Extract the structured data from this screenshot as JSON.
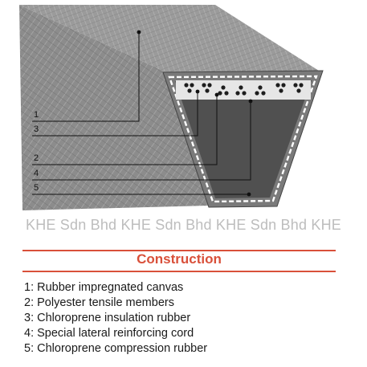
{
  "watermark": "KHE Sdn Bhd KHE Sdn Bhd KHE Sdn Bhd KHE",
  "section_title": "Construction",
  "callouts": [
    "1",
    "3",
    "2",
    "4",
    "5"
  ],
  "legend": [
    "1: Rubber impregnated canvas",
    "2: Polyester tensile members",
    "3: Chloroprene insulation rubber",
    "4: Special lateral reinforcing cord",
    "5: Chloroprene compression rubber"
  ],
  "colors": {
    "accent": "#d9503a",
    "belt_body": "#555555",
    "belt_side": "#8a8a8a",
    "belt_top": "#9a9a9a"
  }
}
